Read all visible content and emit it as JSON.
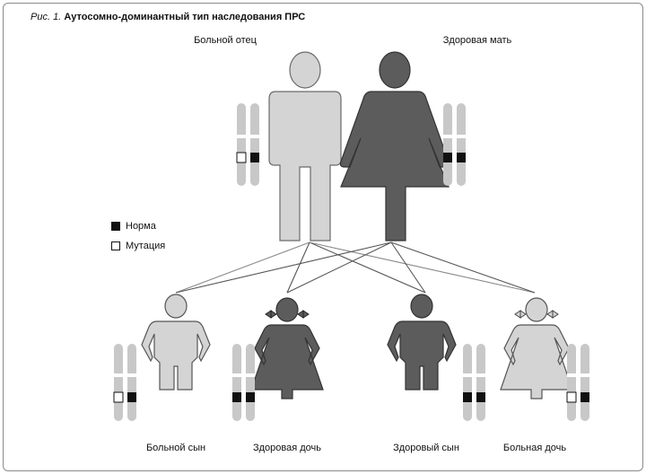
{
  "figure": {
    "caption_prefix": "Рис. 1.",
    "caption_title": "Аутосомно-доминантный тип наследования ПРС"
  },
  "parents": {
    "father_label": "Больной отец",
    "mother_label": "Здоровая мать"
  },
  "children": {
    "son1_label": "Больной сын",
    "daughter1_label": "Здоровая дочь",
    "son2_label": "Здоровый сын",
    "daughter2_label": "Больная дочь"
  },
  "legend": {
    "norm_label": "Норма",
    "mutation_label": "Мутация"
  },
  "colors": {
    "affected": "#d4d4d4",
    "healthy": "#5c5c5c",
    "chromosome": "#c8c8c8",
    "norm_band": "#111111",
    "mutation_band": "#ffffff"
  }
}
